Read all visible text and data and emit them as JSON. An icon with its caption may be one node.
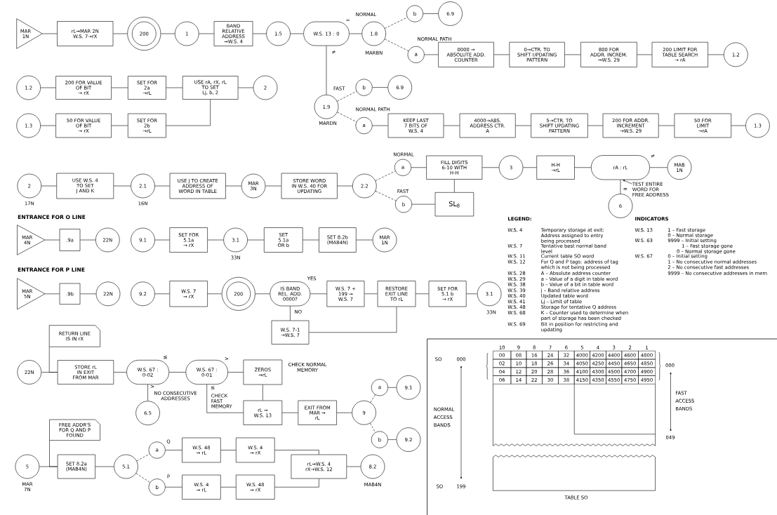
{
  "diagram": {
    "nodes": [
      {
        "text": [
          "MAR 1N"
        ]
      },
      {
        "text": [
          "rL→MAR 2N W.S. 7→rX"
        ]
      },
      {
        "text": [
          "200"
        ]
      },
      {
        "text": [
          "1"
        ]
      },
      {
        "text": [
          "BAND RELATIVE ADDRESS →W.S. 4"
        ]
      },
      {
        "text": [
          "1.5"
        ]
      },
      {
        "text": [
          "W.S. 13 : 0"
        ]
      },
      {
        "text": [
          "1.8"
        ],
        "beside": [
          "MARBN"
        ]
      },
      {
        "text": [
          "b"
        ]
      },
      {
        "text": [
          "6.9"
        ]
      },
      {
        "text": [
          "a"
        ]
      },
      {
        "text": [
          "0000 → ABSOLUTE ADD. COUNTER"
        ]
      },
      {
        "text": [
          "0→CTR. TO SHIFT UPDATING PATTERN"
        ]
      },
      {
        "text": [
          "800 FOR ADDR. INCREM. →W.S. 29"
        ]
      },
      {
        "text": [
          "200 LIMIT FOR TABLE SEARCH → rA"
        ]
      },
      {
        "text": [
          "1.2"
        ]
      },
      {
        "text": [
          "1.2"
        ]
      },
      {
        "text": [
          "200 FOR VALUE OF BIT → rX"
        ]
      },
      {
        "text": [
          "SET FOR 2a →rL"
        ]
      },
      {
        "text": [
          "USE rA, rX, rL TO SET Lj, b, 2"
        ]
      },
      {
        "text": [
          "2"
        ]
      },
      {
        "text": [
          "1.3"
        ]
      },
      {
        "text": [
          "50 FOR VALUE OF BIT → rX"
        ]
      },
      {
        "text": [
          "SET FOR 2b →rL"
        ]
      },
      {
        "text": [
          "1.9"
        ],
        "beside": [
          "MARDN"
        ]
      },
      {
        "text": [
          "b"
        ]
      },
      {
        "text": [
          "6.9"
        ]
      },
      {
        "text": [
          "a"
        ]
      },
      {
        "text": [
          "KEEP LAST 7 BITS OF W.S. 4"
        ]
      },
      {
        "text": [
          "4000→ABS. ADDRESS CTR. A"
        ]
      },
      {
        "text": [
          "5→CTR. TO SHIFT UPDATING PATTERN"
        ]
      },
      {
        "text": [
          "200 FOR ADDR. INCREMENT →W.S. 29"
        ]
      },
      {
        "text": [
          "50 FOR LIMIT →rA"
        ]
      },
      {
        "text": [
          "1.3"
        ]
      },
      {
        "text": [
          "2"
        ],
        "beside": [
          "17N"
        ]
      },
      {
        "text": [
          "USE W.S. 4 TO SET J AND K"
        ]
      },
      {
        "text": [
          "2.1"
        ],
        "beside": [
          "16N"
        ]
      },
      {
        "text": [
          "USE J TO CREATE ADDRESS OF WORD IN TABLE"
        ]
      },
      {
        "text": [
          "MAR 3N"
        ]
      },
      {
        "text": [
          "STORE WORD IN W.S. 40 FOR UPDATING"
        ]
      },
      {
        "text": [
          "2.2"
        ]
      },
      {
        "text": [
          "a"
        ]
      },
      {
        "text": [
          "FILL DIGITS 6-10 WITH H-H"
        ]
      },
      {
        "text": [
          "3"
        ]
      },
      {
        "text": [
          "H-H →rL"
        ]
      },
      {
        "text": [
          "rA : rL"
        ]
      },
      {
        "text": [
          "MAB 1N"
        ]
      },
      {
        "text": [
          "6"
        ]
      },
      {
        "text": [
          "TEST ENTIRE WORD FOR FREE ADDRESS"
        ]
      },
      {
        "text": [
          "b"
        ]
      },
      {
        "text": [
          "SL$_{8}$"
        ]
      },
      {
        "text": [
          "MAR 4N"
        ]
      },
      {
        "text": [
          ".9a"
        ]
      },
      {
        "text": [
          "22N"
        ]
      },
      {
        "text": [
          "9.1"
        ]
      },
      {
        "text": [
          "SET FOR 5.1a → rX"
        ]
      },
      {
        "text": [
          "3.1"
        ],
        "beside": [
          "33N"
        ]
      },
      {
        "text": [
          "SET 5.1a OR b"
        ]
      },
      {
        "text": [
          "SET 8.2b (MAB4N)"
        ]
      },
      {
        "text": [
          "MAR 1N"
        ]
      },
      {
        "text": [
          "MAR 5N"
        ]
      },
      {
        "text": [
          ".9b"
        ]
      },
      {
        "text": [
          "22N"
        ]
      },
      {
        "text": [
          "9.2"
        ]
      },
      {
        "text": [
          "W.S. 7 → rX"
        ]
      },
      {
        "text": [
          "200"
        ]
      },
      {
        "text": [
          "IS BAND REL. ADD. 0000?"
        ]
      },
      {
        "text": [
          "W.S. 7 + 199 → W.S. 7"
        ]
      },
      {
        "text": [
          "RESTORE EXIT LINE TO rL"
        ]
      },
      {
        "text": [
          "SET FOR 5.1 b → rX"
        ]
      },
      {
        "text": [
          "3.1"
        ],
        "beside": [
          "33N"
        ]
      },
      {
        "text": [
          "W.S. 7-1 →W.S. 7"
        ]
      },
      {
        "text": [
          "RETURN LINE IS IN rX"
        ]
      },
      {
        "text": [
          "22N"
        ]
      },
      {
        "text": [
          "STORE rL IN EXIT FROM MAR"
        ]
      },
      {
        "text": [
          "W.S. 67 : 0-02"
        ]
      },
      {
        "text": [
          "W.S. 67 : 0-01"
        ]
      },
      {
        "text": [
          "ZEROS →rL"
        ],
        "beside": [
          "CHECK NORMAL MEMORY"
        ]
      },
      {
        "text": [
          "6.5"
        ],
        "beside": [
          "NO CONSECUTIVE ADDRESSES"
        ]
      },
      {
        "text": [
          "rL → W.S. 13"
        ],
        "beside": [
          "CHECK FAST MEMORY"
        ]
      },
      {
        "text": [
          "EXIT FROM MAR → rL"
        ]
      },
      {
        "text": [
          "9"
        ]
      },
      {
        "text": [
          "a"
        ]
      },
      {
        "text": [
          "9.1"
        ]
      },
      {
        "text": [
          "b"
        ]
      },
      {
        "text": [
          "9.2"
        ]
      },
      {
        "text": [
          "FREE ADDR'S FOR Q AND P FOUND"
        ]
      },
      {
        "text": [
          "5"
        ],
        "beside": [
          "MAR 7N"
        ]
      },
      {
        "text": [
          "SET 8.2a (MAB4N)"
        ]
      },
      {
        "text": [
          "5.1"
        ]
      },
      {
        "text": [
          "a"
        ]
      },
      {
        "text": [
          "W.S. 48 → rL"
        ]
      },
      {
        "text": [
          "W.S. 4 → rX"
        ]
      },
      {
        "text": [
          "b"
        ]
      },
      {
        "text": [
          "W.S. 4 → rL"
        ]
      },
      {
        "text": [
          "W.S. 48 → rX"
        ]
      },
      {
        "text": [
          "rL→W.S. 4 rX→W.S. 12"
        ]
      },
      {
        "text": [
          "8.2"
        ],
        "beside": [
          "MAB4N"
        ]
      }
    ],
    "edges": [
      {
        "from": 0,
        "to": 1,
        "arrow": "none"
      },
      {
        "from": 1,
        "to": 2,
        "arrow": "none"
      },
      {
        "from": 2,
        "to": 3,
        "arrow": "none"
      },
      {
        "from": 3,
        "to": 4,
        "arrow": "none"
      },
      {
        "from": 4,
        "to": 5,
        "arrow": "none"
      },
      {
        "from": 5,
        "to": 6,
        "arrow": "none"
      },
      {
        "from": 6,
        "to": 7,
        "arrow": "none",
        "label": "="
      },
      {
        "from": 7,
        "to": 8,
        "arrow": "none",
        "style": "dashed"
      },
      {
        "from": 8,
        "to": 9,
        "arrow": "none"
      },
      {
        "from": 7,
        "to": 10,
        "arrow": "none",
        "style": "dashed",
        "label": "NORMAL PATH"
      },
      {
        "from": 10,
        "to": 11,
        "arrow": "none"
      },
      {
        "from": 11,
        "to": 12,
        "arrow": "none"
      },
      {
        "from": 12,
        "to": 13,
        "arrow": "none"
      },
      {
        "from": 13,
        "to": 14,
        "arrow": "none"
      },
      {
        "from": 14,
        "to": 15,
        "arrow": "none"
      },
      {
        "from": 16,
        "to": 17,
        "arrow": "none"
      },
      {
        "from": 17,
        "to": 18,
        "arrow": "none"
      },
      {
        "from": 18,
        "to": 19,
        "arrow": "none"
      },
      {
        "from": 19,
        "to": 20,
        "arrow": "none"
      },
      {
        "from": 21,
        "to": 22,
        "arrow": "none"
      },
      {
        "from": 22,
        "to": 23,
        "arrow": "none"
      },
      {
        "from": 23,
        "to": 19,
        "arrow": "none"
      },
      {
        "from": 6,
        "to": 24,
        "arrow": "none",
        "label": "≠"
      },
      {
        "from": 24,
        "to": 25,
        "arrow": "none",
        "style": "dashed",
        "label": "FAST"
      },
      {
        "from": 25,
        "to": 26,
        "arrow": "none"
      },
      {
        "from": 24,
        "to": 27,
        "arrow": "none",
        "style": "dashed",
        "label": "NORMAL PATH"
      },
      {
        "from": 27,
        "to": 28,
        "arrow": "none"
      },
      {
        "from": 28,
        "to": 29,
        "arrow": "none"
      },
      {
        "from": 29,
        "to": 30,
        "arrow": "none"
      },
      {
        "from": 30,
        "to": 31,
        "arrow": "none"
      },
      {
        "from": 31,
        "to": 32,
        "arrow": "none"
      },
      {
        "from": 32,
        "to": 33,
        "arrow": "none"
      },
      {
        "from": 34,
        "to": 35,
        "arrow": "none"
      },
      {
        "from": 35,
        "to": 36,
        "arrow": "none"
      },
      {
        "from": 36,
        "to": 37,
        "arrow": "none"
      },
      {
        "from": 37,
        "to": 38,
        "arrow": "none"
      },
      {
        "from": 38,
        "to": 39,
        "arrow": "none"
      },
      {
        "from": 39,
        "to": 40,
        "arrow": "none"
      },
      {
        "from": 40,
        "to": 41,
        "arrow": "none",
        "style": "dashed",
        "label": "NORMAL"
      },
      {
        "from": 41,
        "to": 42,
        "arrow": "none"
      },
      {
        "from": 42,
        "to": 43,
        "arrow": "none"
      },
      {
        "from": 43,
        "to": 44,
        "arrow": "none"
      },
      {
        "from": 44,
        "to": 45,
        "arrow": "none"
      },
      {
        "from": 45,
        "to": 46,
        "arrow": "none",
        "label": "≠"
      },
      {
        "from": 45,
        "to": 47,
        "arrow": "none",
        "label": "="
      },
      {
        "from": 48,
        "to": 45,
        "arrow": "to"
      },
      {
        "from": 40,
        "to": 49,
        "arrow": "none",
        "style": "dashed",
        "label": "FAST"
      },
      {
        "from": 49,
        "to": 50,
        "arrow": "none"
      },
      {
        "from": 50,
        "to": 42,
        "arrow": "none"
      },
      {
        "from": 51,
        "to": 52,
        "arrow": "none"
      },
      {
        "from": 52,
        "to": 53,
        "arrow": "none"
      },
      {
        "from": 54,
        "to": 55,
        "arrow": "none"
      },
      {
        "from": 55,
        "to": 56,
        "arrow": "none"
      },
      {
        "from": 56,
        "to": 57,
        "arrow": "none"
      },
      {
        "from": 57,
        "to": 58,
        "arrow": "none"
      },
      {
        "from": 58,
        "to": 59,
        "arrow": "none"
      },
      {
        "from": 60,
        "to": 61,
        "arrow": "none"
      },
      {
        "from": 61,
        "to": 62,
        "arrow": "none"
      },
      {
        "from": 63,
        "to": 64,
        "arrow": "none"
      },
      {
        "from": 64,
        "to": 65,
        "arrow": "none"
      },
      {
        "from": 65,
        "to": 66,
        "arrow": "none"
      },
      {
        "from": 66,
        "to": 67,
        "arrow": "none",
        "label": "YES"
      },
      {
        "from": 67,
        "to": 68,
        "arrow": "none"
      },
      {
        "from": 68,
        "to": 69,
        "arrow": "none"
      },
      {
        "from": 69,
        "to": 70,
        "arrow": "none"
      },
      {
        "from": 66,
        "to": 71,
        "arrow": "none",
        "label": "NO"
      },
      {
        "from": 71,
        "to": 68,
        "arrow": "none"
      },
      {
        "from": 72,
        "to": 74,
        "arrow": "none"
      },
      {
        "from": 73,
        "to": 74,
        "arrow": "none"
      },
      {
        "from": 74,
        "to": 75,
        "arrow": "none"
      },
      {
        "from": 75,
        "to": 76,
        "arrow": "none",
        "label": "≤"
      },
      {
        "from": 76,
        "to": 77,
        "arrow": "none",
        "label": ">"
      },
      {
        "from": 75,
        "to": 78,
        "arrow": "none",
        "label": ">"
      },
      {
        "from": 76,
        "to": 79,
        "arrow": "none",
        "label": "≤"
      },
      {
        "from": 77,
        "to": 79,
        "arrow": "none"
      },
      {
        "from": 79,
        "to": 80,
        "arrow": "none"
      },
      {
        "from": 80,
        "to": 81,
        "arrow": "none"
      },
      {
        "from": 81,
        "to": 82,
        "arrow": "none",
        "style": "dashed"
      },
      {
        "from": 82,
        "to": 83,
        "arrow": "none"
      },
      {
        "from": 81,
        "to": 84,
        "arrow": "none",
        "style": "dashed"
      },
      {
        "from": 84,
        "to": 85,
        "arrow": "none"
      },
      {
        "from": 86,
        "to": 88,
        "arrow": "none"
      },
      {
        "from": 87,
        "to": 88,
        "arrow": "none"
      },
      {
        "from": 88,
        "to": 89,
        "arrow": "none"
      },
      {
        "from": 89,
        "to": 90,
        "arrow": "none",
        "style": "dashed"
      },
      {
        "from": 90,
        "to": 91,
        "arrow": "none",
        "label": "Q"
      },
      {
        "from": 91,
        "to": 92,
        "arrow": "none"
      },
      {
        "from": 92,
        "to": 96,
        "arrow": "none"
      },
      {
        "from": 89,
        "to": 93,
        "arrow": "none",
        "style": "dashed"
      },
      {
        "from": 93,
        "to": 94,
        "arrow": "none",
        "label": "P"
      },
      {
        "from": 94,
        "to": 95,
        "arrow": "none"
      },
      {
        "from": 95,
        "to": 96,
        "arrow": "none"
      },
      {
        "from": 96,
        "to": 97,
        "arrow": "none"
      }
    ],
    "labels": [
      "NORMAL",
      "ENTRANCE FOR O LINE",
      "ENTRANCE FOR P LINE",
      "LEGEND:",
      "W.S. 4",
      "Temporary storage at exit: Address assigned to entry being processed",
      "W.S. 7",
      "Tentative best normal band level",
      "W.S. 11",
      "Current table SO word",
      "W.S. 12",
      "For Q and P tags: address of tag which is not being processed",
      "W.S. 28",
      "A – Absolute address counter",
      "W.S. 29",
      "a – Value of a digit in table word",
      "W.S. 38",
      "b – Value of a bit in table word",
      "W.S. 39",
      "j – Band relative address",
      "W.S. 40",
      "Updated table word",
      "W.S. 41",
      "Lj – Limit of table",
      "W.S. 48",
      "Storage for tentative Q address",
      "W.S. 68",
      "K – Counter used to determine when part of storage has been checked",
      "W.S. 69",
      "Bit in position for restricting and updating",
      "INDICATORS",
      "W.S. 13",
      "1 – Fast storage",
      "0 – Normal storage",
      "W.S. 63",
      "9999 – Initial setting",
      "1 – Fast storage gone",
      "0 – Normal storage gone",
      "W.S. 67",
      "0 – Initial setting",
      "1 – No consecutive normal addresses",
      "2 – No consecutive fast addresses",
      "9999 – No consecutive addresses in mem",
      "10",
      "9",
      "8",
      "7",
      "6",
      "5",
      "4",
      "3",
      "2",
      "1",
      "SO",
      "000",
      "00",
      "08",
      "16",
      "24",
      "32",
      "4000",
      "4200",
      "4400",
      "4600",
      "4800",
      "000",
      "02",
      "10",
      "18",
      "26",
      "34",
      "4050",
      "4250",
      "4450",
      "4650",
      "4850",
      "04",
      "12",
      "20",
      "28",
      "36",
      "4100",
      "4300",
      "4500",
      "4700",
      "4900",
      "06",
      "14",
      "22",
      "30",
      "38",
      "4150",
      "4350",
      "4550",
      "4750",
      "4950",
      "NORMAL ACCESS BANDS",
      "FAST ACCESS BANDS",
      "049",
      "SO",
      "199",
      "TABLE SO"
    ]
  }
}
